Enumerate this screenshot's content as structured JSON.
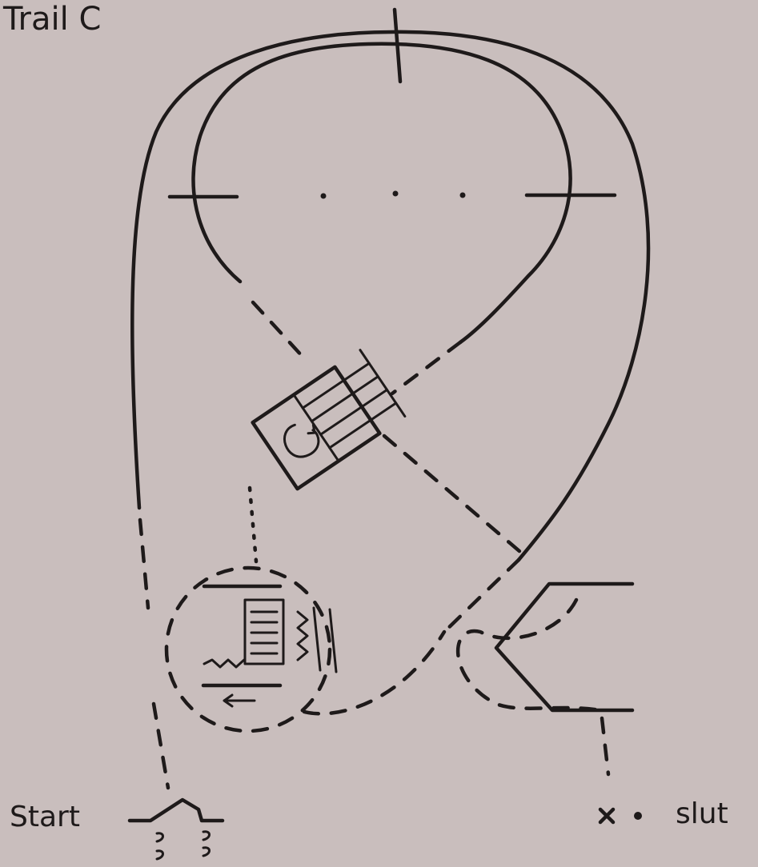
{
  "title": "Trail C",
  "start_label": "Start",
  "finish_label": "slut",
  "colors": {
    "paper": "#c9bebd",
    "ink": "#1e1a1a"
  }
}
